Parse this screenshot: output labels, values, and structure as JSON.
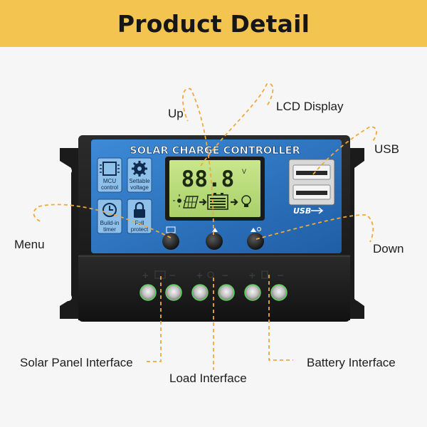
{
  "header": {
    "title": "Product Detail"
  },
  "device": {
    "title": "SOLAR CHARGE CONTROLLER",
    "lcd": {
      "digits": "88.8",
      "unit": "V"
    },
    "features": [
      {
        "icon": "mcu-chip-icon",
        "label_line1": "MCU",
        "label_line2": "control"
      },
      {
        "icon": "gear-icon",
        "label_line1": "Settable",
        "label_line2": "voltage"
      },
      {
        "icon": "clock-icon",
        "label_line1": "Build-in",
        "label_line2": "timer"
      },
      {
        "icon": "lock-icon",
        "label_line1": "Full",
        "label_line2": "protect"
      }
    ],
    "usb_logo": "USB"
  },
  "callouts": {
    "up": "Up",
    "lcd_display": "LCD Display",
    "usb": "USB",
    "menu": "Menu",
    "down": "Down",
    "solar_panel": "Solar Panel Interface",
    "load": "Load Interface",
    "battery": "Battery Interface"
  },
  "colors": {
    "header_bg": "#f3c44f",
    "panel_blue": "#2c6fb6",
    "lcd_green": "#b8dc7a",
    "callout_line": "#f0a93a",
    "housing": "#1f1f1f"
  }
}
